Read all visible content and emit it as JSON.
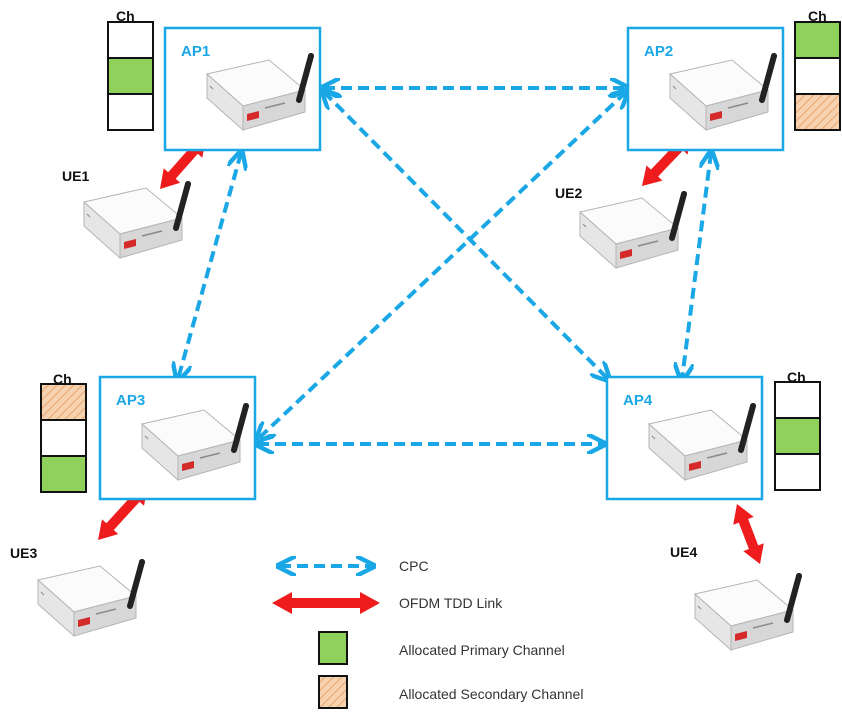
{
  "colors": {
    "cpc": "#1aa7e6",
    "ofdm": "#ee1c1c",
    "primary": "#8fd15a",
    "secondary": "#f4c9a2",
    "ap_box": "#1aa7e6"
  },
  "channel_header": "Ch",
  "access_points": [
    {
      "id": "ap1",
      "label": "AP1",
      "channels": [
        "none",
        "primary",
        "none"
      ]
    },
    {
      "id": "ap2",
      "label": "AP2",
      "channels": [
        "primary",
        "none",
        "secondary"
      ]
    },
    {
      "id": "ap3",
      "label": "AP3",
      "channels": [
        "secondary",
        "none",
        "primary"
      ]
    },
    {
      "id": "ap4",
      "label": "AP4",
      "channels": [
        "none",
        "primary",
        "none"
      ]
    }
  ],
  "user_equipment": [
    {
      "id": "ue1",
      "label": "UE1"
    },
    {
      "id": "ue2",
      "label": "UE2"
    },
    {
      "id": "ue3",
      "label": "UE3"
    },
    {
      "id": "ue4",
      "label": "UE4"
    }
  ],
  "links": {
    "cpc": [
      [
        "ap1",
        "ap2"
      ],
      [
        "ap1",
        "ap3"
      ],
      [
        "ap1",
        "ap4"
      ],
      [
        "ap2",
        "ap3"
      ],
      [
        "ap2",
        "ap4"
      ],
      [
        "ap3",
        "ap4"
      ]
    ],
    "ofdm_tdd": [
      [
        "ap1",
        "ue1"
      ],
      [
        "ap2",
        "ue2"
      ],
      [
        "ap3",
        "ue3"
      ],
      [
        "ap4",
        "ue4"
      ]
    ]
  },
  "legend": {
    "cpc_label": "CPC",
    "ofdm_label": "OFDM TDD Link",
    "primary_label": "Allocated Primary Channel",
    "secondary_label": "Allocated Secondary Channel"
  }
}
